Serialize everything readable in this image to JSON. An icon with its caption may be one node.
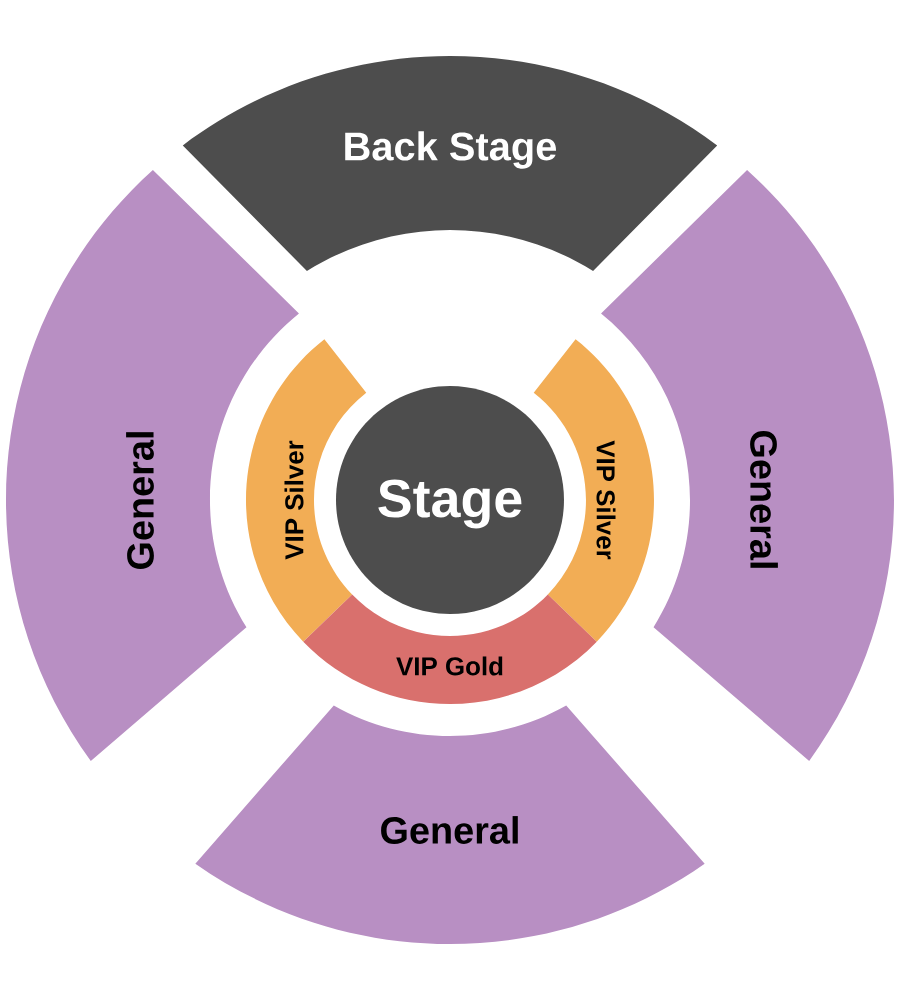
{
  "diagram": {
    "nodes": [
      {
        "text": [
          "Back Stage"
        ]
      },
      {
        "text": [
          "General"
        ]
      },
      {
        "text": [
          "VIP Silver"
        ]
      },
      {
        "text": [
          "Stage"
        ]
      },
      {
        "text": [
          "VIP Silver"
        ]
      },
      {
        "text": [
          "General"
        ]
      },
      {
        "text": [
          "VIP Gold"
        ]
      },
      {
        "text": [
          "General"
        ]
      }
    ]
  }
}
